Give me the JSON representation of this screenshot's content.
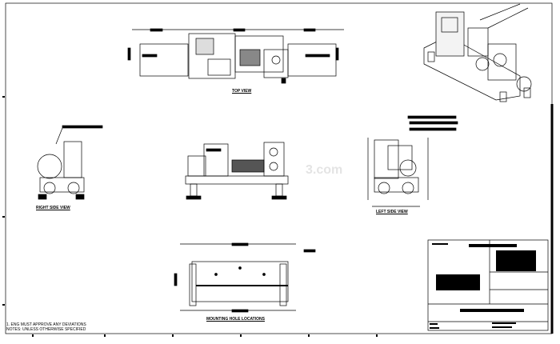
{
  "views": {
    "top": "TOP VIEW",
    "right": "RIGHT SIDE VIEW",
    "left": "LEFT SIDE VIEW",
    "mounting": "MOUNTING HOLE LOCATIONS"
  },
  "notes": {
    "line1": "1. ENG MUST APPROVE ANY DEVIATIONS",
    "line2": "NOTES: UNLESS OTHERWISE SPECIFIED"
  },
  "watermark": "3.com"
}
